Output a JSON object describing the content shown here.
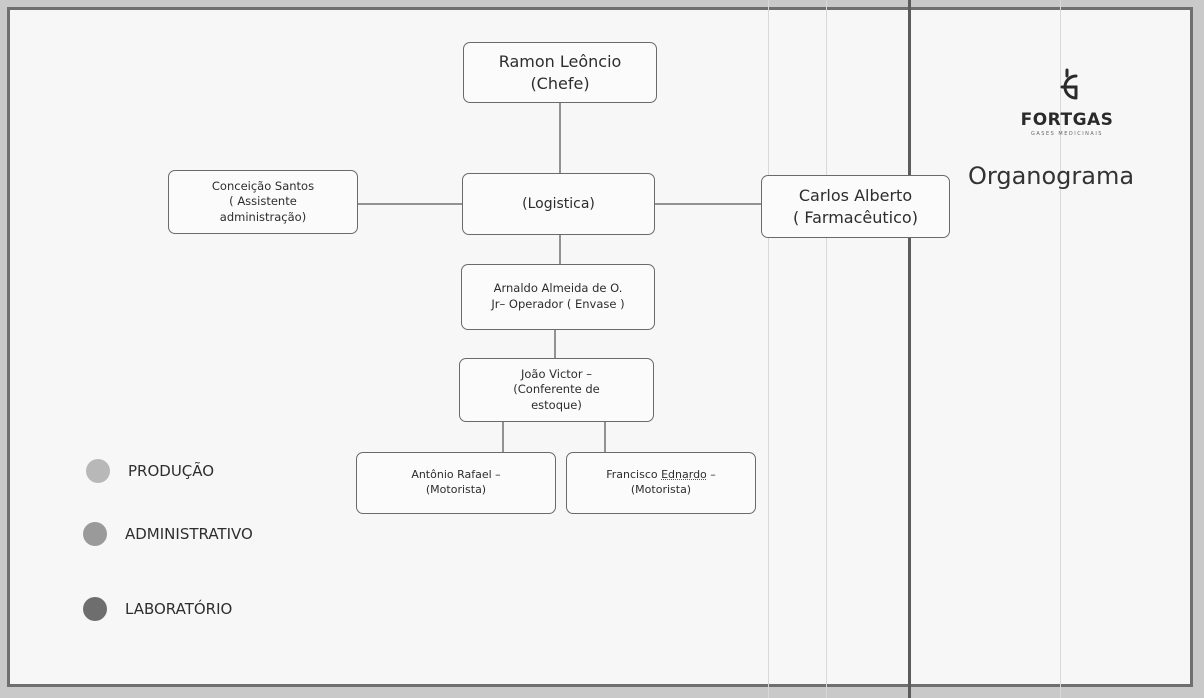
{
  "logo": {
    "name": "FORTGAS",
    "subtitle": "GASES MEDICINAIS"
  },
  "title": "Organograma",
  "nodes": {
    "chefe": {
      "line1": "Ramon Leôncio",
      "line2": "(Chefe)"
    },
    "logistica": {
      "line1": "(Logistica)"
    },
    "assistente": {
      "line1": "Conceição Santos",
      "line2": "( Assistente",
      "line3": "administração)"
    },
    "farmaceutico": {
      "line1": "Carlos Alberto",
      "line2": "( Farmacêutico)"
    },
    "operador": {
      "line1": "Arnaldo Almeida de O.",
      "line2": "Jr– Operador ( Envase )"
    },
    "conferente": {
      "line1": "João Victor –",
      "line2": "(Conferente de",
      "line3": "estoque)"
    },
    "motorista1": {
      "line1": "Antônio Rafael –",
      "line2": "(Motorista)"
    },
    "motorista2": {
      "line1_name": "Francisco ",
      "line1_underlined": "Ednardo",
      "line1_tail": " –",
      "line2": "(Motorista)"
    }
  },
  "legend": [
    {
      "label": "PRODUÇÃO",
      "color": "#b8b8b8"
    },
    {
      "label": "ADMINISTRATIVO",
      "color": "#9a9a9a"
    },
    {
      "label": "LABORATÓRIO",
      "color": "#6e6e6e"
    }
  ]
}
